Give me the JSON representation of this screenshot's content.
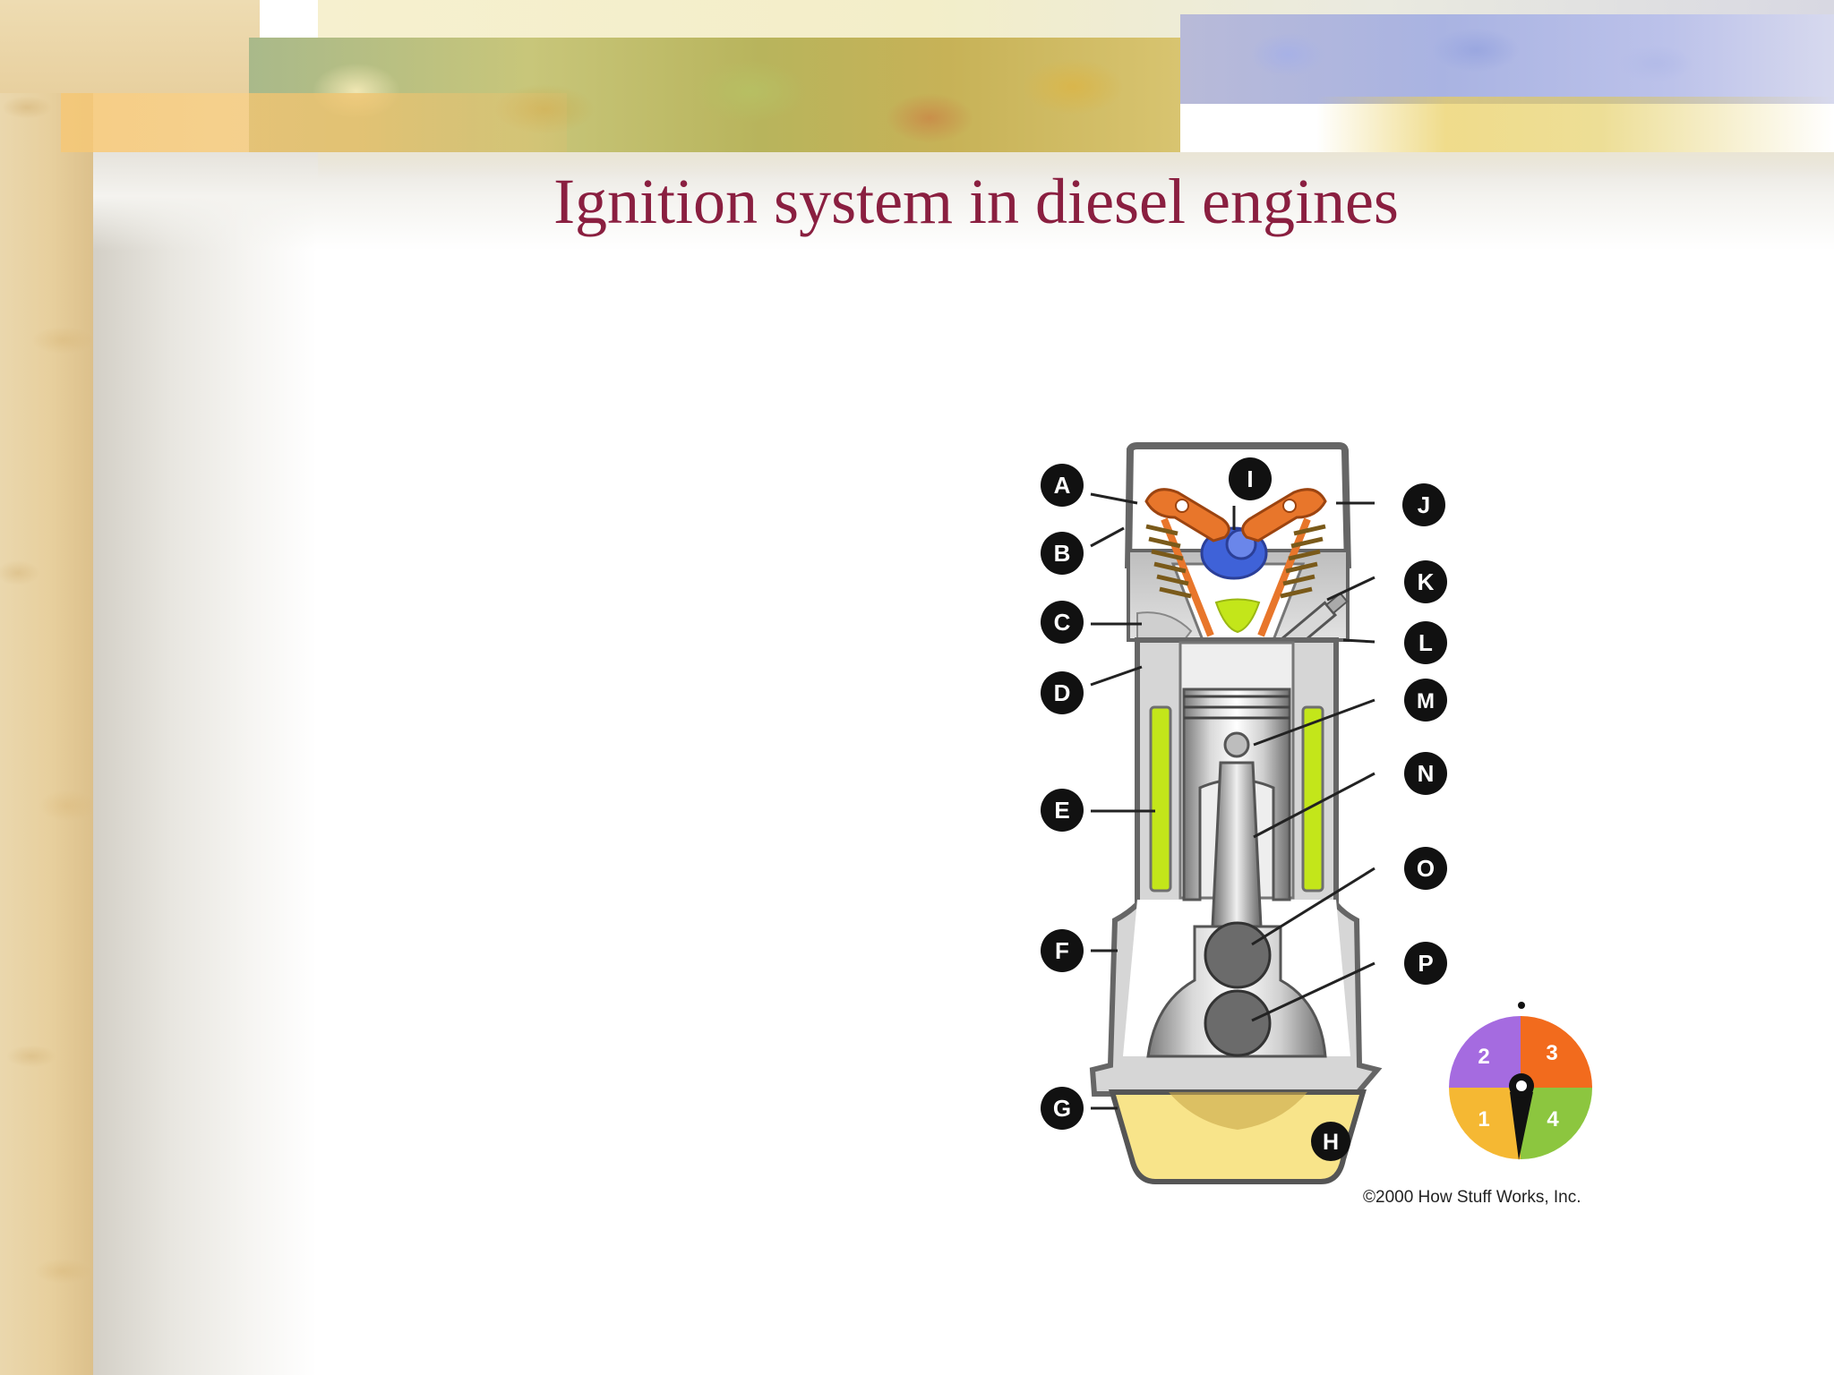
{
  "slide": {
    "title": "Ignition system in diesel engines"
  },
  "diagram": {
    "part_labels": [
      "A",
      "B",
      "C",
      "D",
      "E",
      "F",
      "G",
      "H",
      "I",
      "J",
      "K",
      "L",
      "M",
      "N",
      "O",
      "P"
    ],
    "stroke_labels": [
      "1",
      "2",
      "3",
      "4"
    ],
    "copyright": "©2000 How Stuff Works, Inc."
  },
  "colors": {
    "title": "#8a1f40",
    "rocker_arm": "#e8762b",
    "camshaft": "#3f62d8",
    "coolant": "#c3e61a",
    "oil": "#f8e48a",
    "stroke_1": "#f5b833",
    "stroke_2": "#a56be0",
    "stroke_3": "#f26b1d",
    "stroke_4": "#8cc63f"
  }
}
